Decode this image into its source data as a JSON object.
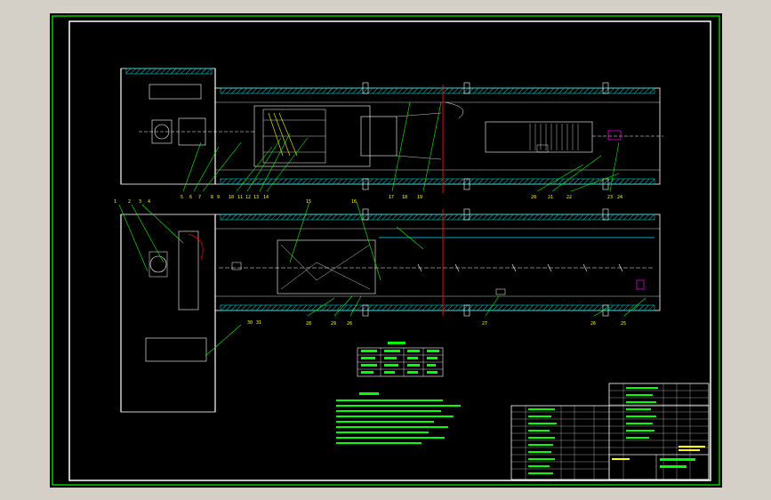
{
  "drawing": {
    "colors": {
      "background": "#000000",
      "border": "#00ff00",
      "frame": "#ffffff",
      "hatch": "#00d0d0",
      "leader": "#00ff00",
      "section_line": "#ff0000",
      "highlight": "#ff00ff",
      "cyan_line": "#00e5ff"
    },
    "callouts_upper": [
      "5",
      "6",
      "7",
      "8",
      "9",
      "10",
      "11",
      "12",
      "13",
      "14",
      "17",
      "18",
      "19",
      "20",
      "21",
      "22",
      "23",
      "24"
    ],
    "callouts_lower_top": [
      "1",
      "2",
      "3",
      "4",
      "15",
      "16"
    ],
    "callouts_lower_bottom": [
      "28",
      "29",
      "26",
      "27",
      "26",
      "25",
      "30",
      "31"
    ]
  },
  "title_block": {
    "columns": 6,
    "rows": 14
  }
}
